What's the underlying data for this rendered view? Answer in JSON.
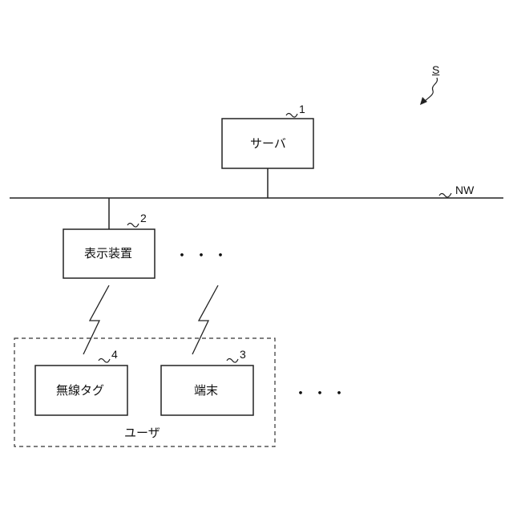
{
  "system": {
    "ref": "S"
  },
  "network": {
    "ref": "NW"
  },
  "server": {
    "label": "サーバ",
    "ref": "1"
  },
  "display_device": {
    "label": "表示装置",
    "ref": "2"
  },
  "terminal": {
    "label": "端末",
    "ref": "3"
  },
  "wireless_tag": {
    "label": "無線タグ",
    "ref": "4"
  },
  "user_group": {
    "label": "ユーザ"
  },
  "ellipsis": "・・・"
}
